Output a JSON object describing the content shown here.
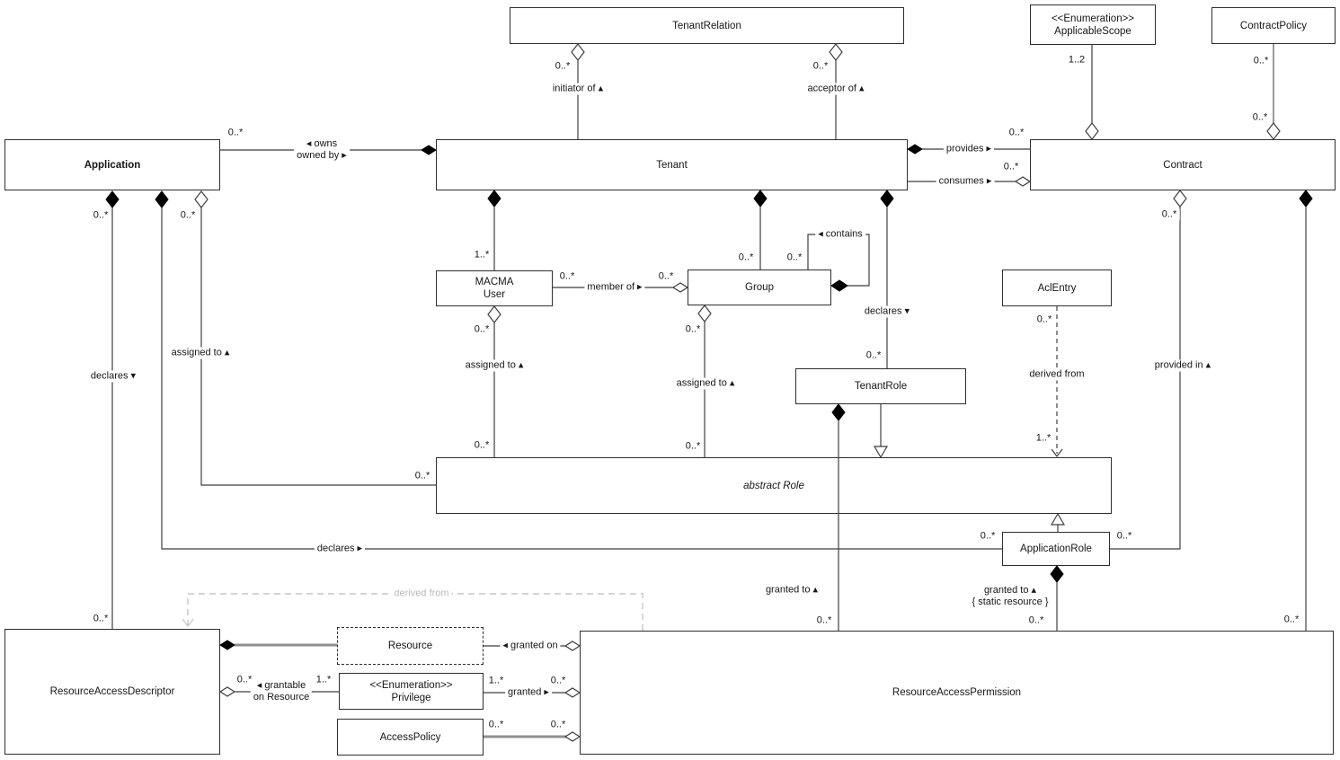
{
  "mult": {
    "zeroMany": "0..*",
    "oneMany": "1..*",
    "oneTwo": "1..2"
  },
  "classes": {
    "tenantRelation": "TenantRelation",
    "applicableScope": "<<Enumeration>>\nApplicableScope",
    "contractPolicy": "ContractPolicy",
    "application": "Application",
    "tenant": "Tenant",
    "contract": "Contract",
    "macmaUser": "MACMA\nUser",
    "group": "Group",
    "aclEntry": "AclEntry",
    "tenantRole": "TenantRole",
    "abstractRole": "abstract Role",
    "applicationRole": "ApplicationRole",
    "resourceAccessDescriptor": "ResourceAccessDescriptor",
    "resource": "Resource",
    "privilege": "<<Enumeration>>\nPrivilege",
    "accessPolicy": "AccessPolicy",
    "resourceAccessPermission": "ResourceAccessPermission"
  },
  "associations": {
    "initiatorOf": "initiator of ▴",
    "acceptorOf": "acceptor of ▴",
    "owns": "◂ owns\nowned by ▸",
    "provides": "provides ▸",
    "consumes": "consumes ▸",
    "memberOf": "member of ▸",
    "contains": "◂ contains",
    "assignedTo": "assigned to ▴",
    "declaresDown": "declares ▾",
    "declaresRight": "declares ▸",
    "derivedFrom": "derived from",
    "providedIn": "provided in ▴",
    "grantedTo": "granted to ▴",
    "grantedToStatic": "granted to ▴\n{ static resource }",
    "grantedOn": "◂ granted on",
    "grantable": "◂ grantable\non Resource",
    "granted": "granted ▸"
  }
}
